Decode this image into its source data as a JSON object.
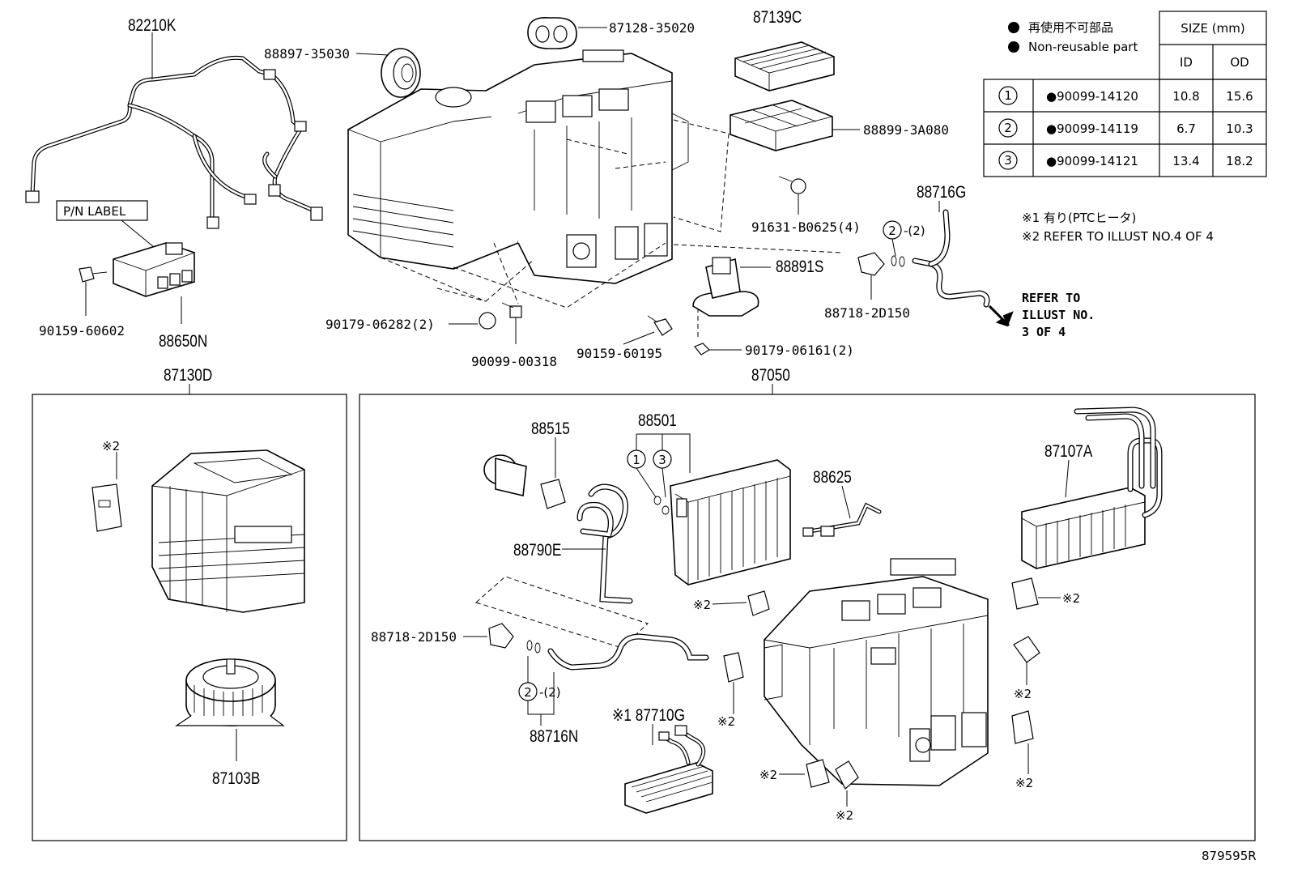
{
  "legend": {
    "jp": "再使用不可部品",
    "en": "Non-reusable part",
    "size_header": "SIZE (mm)",
    "col_id": "ID",
    "col_od": "OD",
    "rows": [
      {
        "num": "1",
        "part": "●90099-14120",
        "id": "10.8",
        "od": "15.6"
      },
      {
        "num": "2",
        "part": "●90099-14119",
        "id": "6.7",
        "od": "10.3"
      },
      {
        "num": "3",
        "part": "●90099-14121",
        "id": "13.4",
        "od": "18.2"
      }
    ]
  },
  "notes": {
    "n1": "※1 有り(PTCヒータ)",
    "n2": "※2 REFER TO ILLUST NO.4 OF 4"
  },
  "refer": {
    "line1": "REFER TO",
    "line2": "ILLUST NO.",
    "line3": "3 OF 4"
  },
  "labels": {
    "p82210K": "82210K",
    "p88897": "88897-35030",
    "p87128": "87128-35020",
    "p87139C": "87139C",
    "p88899": "88899-3A080",
    "p91631": "91631-B0625(4)",
    "p88716G": "88716G",
    "p88716G_o": "-(2)",
    "pn_label": "P/N LABEL",
    "p90159a": "90159-60602",
    "p88650N": "88650N",
    "p88891S": "88891S",
    "p88718a": "88718-2D150",
    "p90179a": "90179-06282(2)",
    "p90099": "90099-00318",
    "p90159b": "90159-60195",
    "p90179b": "90179-06161(2)",
    "p87130D": "87130D",
    "p87050": "87050",
    "p87103B": "87103B",
    "p88515": "88515",
    "p88501": "88501",
    "p88625": "88625",
    "p87107A": "87107A",
    "p88790E": "88790E",
    "p88718b": "88718-2D150",
    "p88716N": "88716N",
    "p88716N_o": "-(2)",
    "p87710G": "※1 87710G",
    "note2": "※2",
    "ring1": "1",
    "ring2": "2",
    "ring3": "3",
    "footer": "879595R"
  }
}
